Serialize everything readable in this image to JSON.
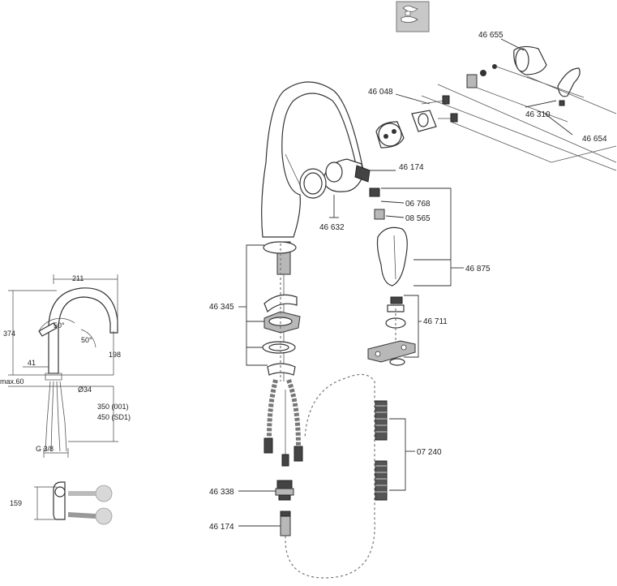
{
  "part_numbers": {
    "p46655": "46 655",
    "p46048": "46 048",
    "p46310": "46 310",
    "p46654": "46 654",
    "p46174_top": "46 174",
    "p46632": "46 632",
    "p06768": "06 768",
    "p08565": "08 565",
    "p46875": "46 875",
    "p46345": "46 345",
    "p46711": "46 711",
    "p07240": "07 240",
    "p46338": "46 338",
    "p46174_bottom": "46 174"
  },
  "dimensions": {
    "d211": "211",
    "d374": "374",
    "a50_left": "50°",
    "a50_right": "50°",
    "d198": "198",
    "d41": "41",
    "max60": "max.60",
    "dia34": "Ø34",
    "d350": "350 (001)",
    "d450": "450 (SD1)",
    "g38": "G 3/8",
    "d159": "159"
  },
  "icons": {
    "spare_parts_icon": "service-icon"
  }
}
